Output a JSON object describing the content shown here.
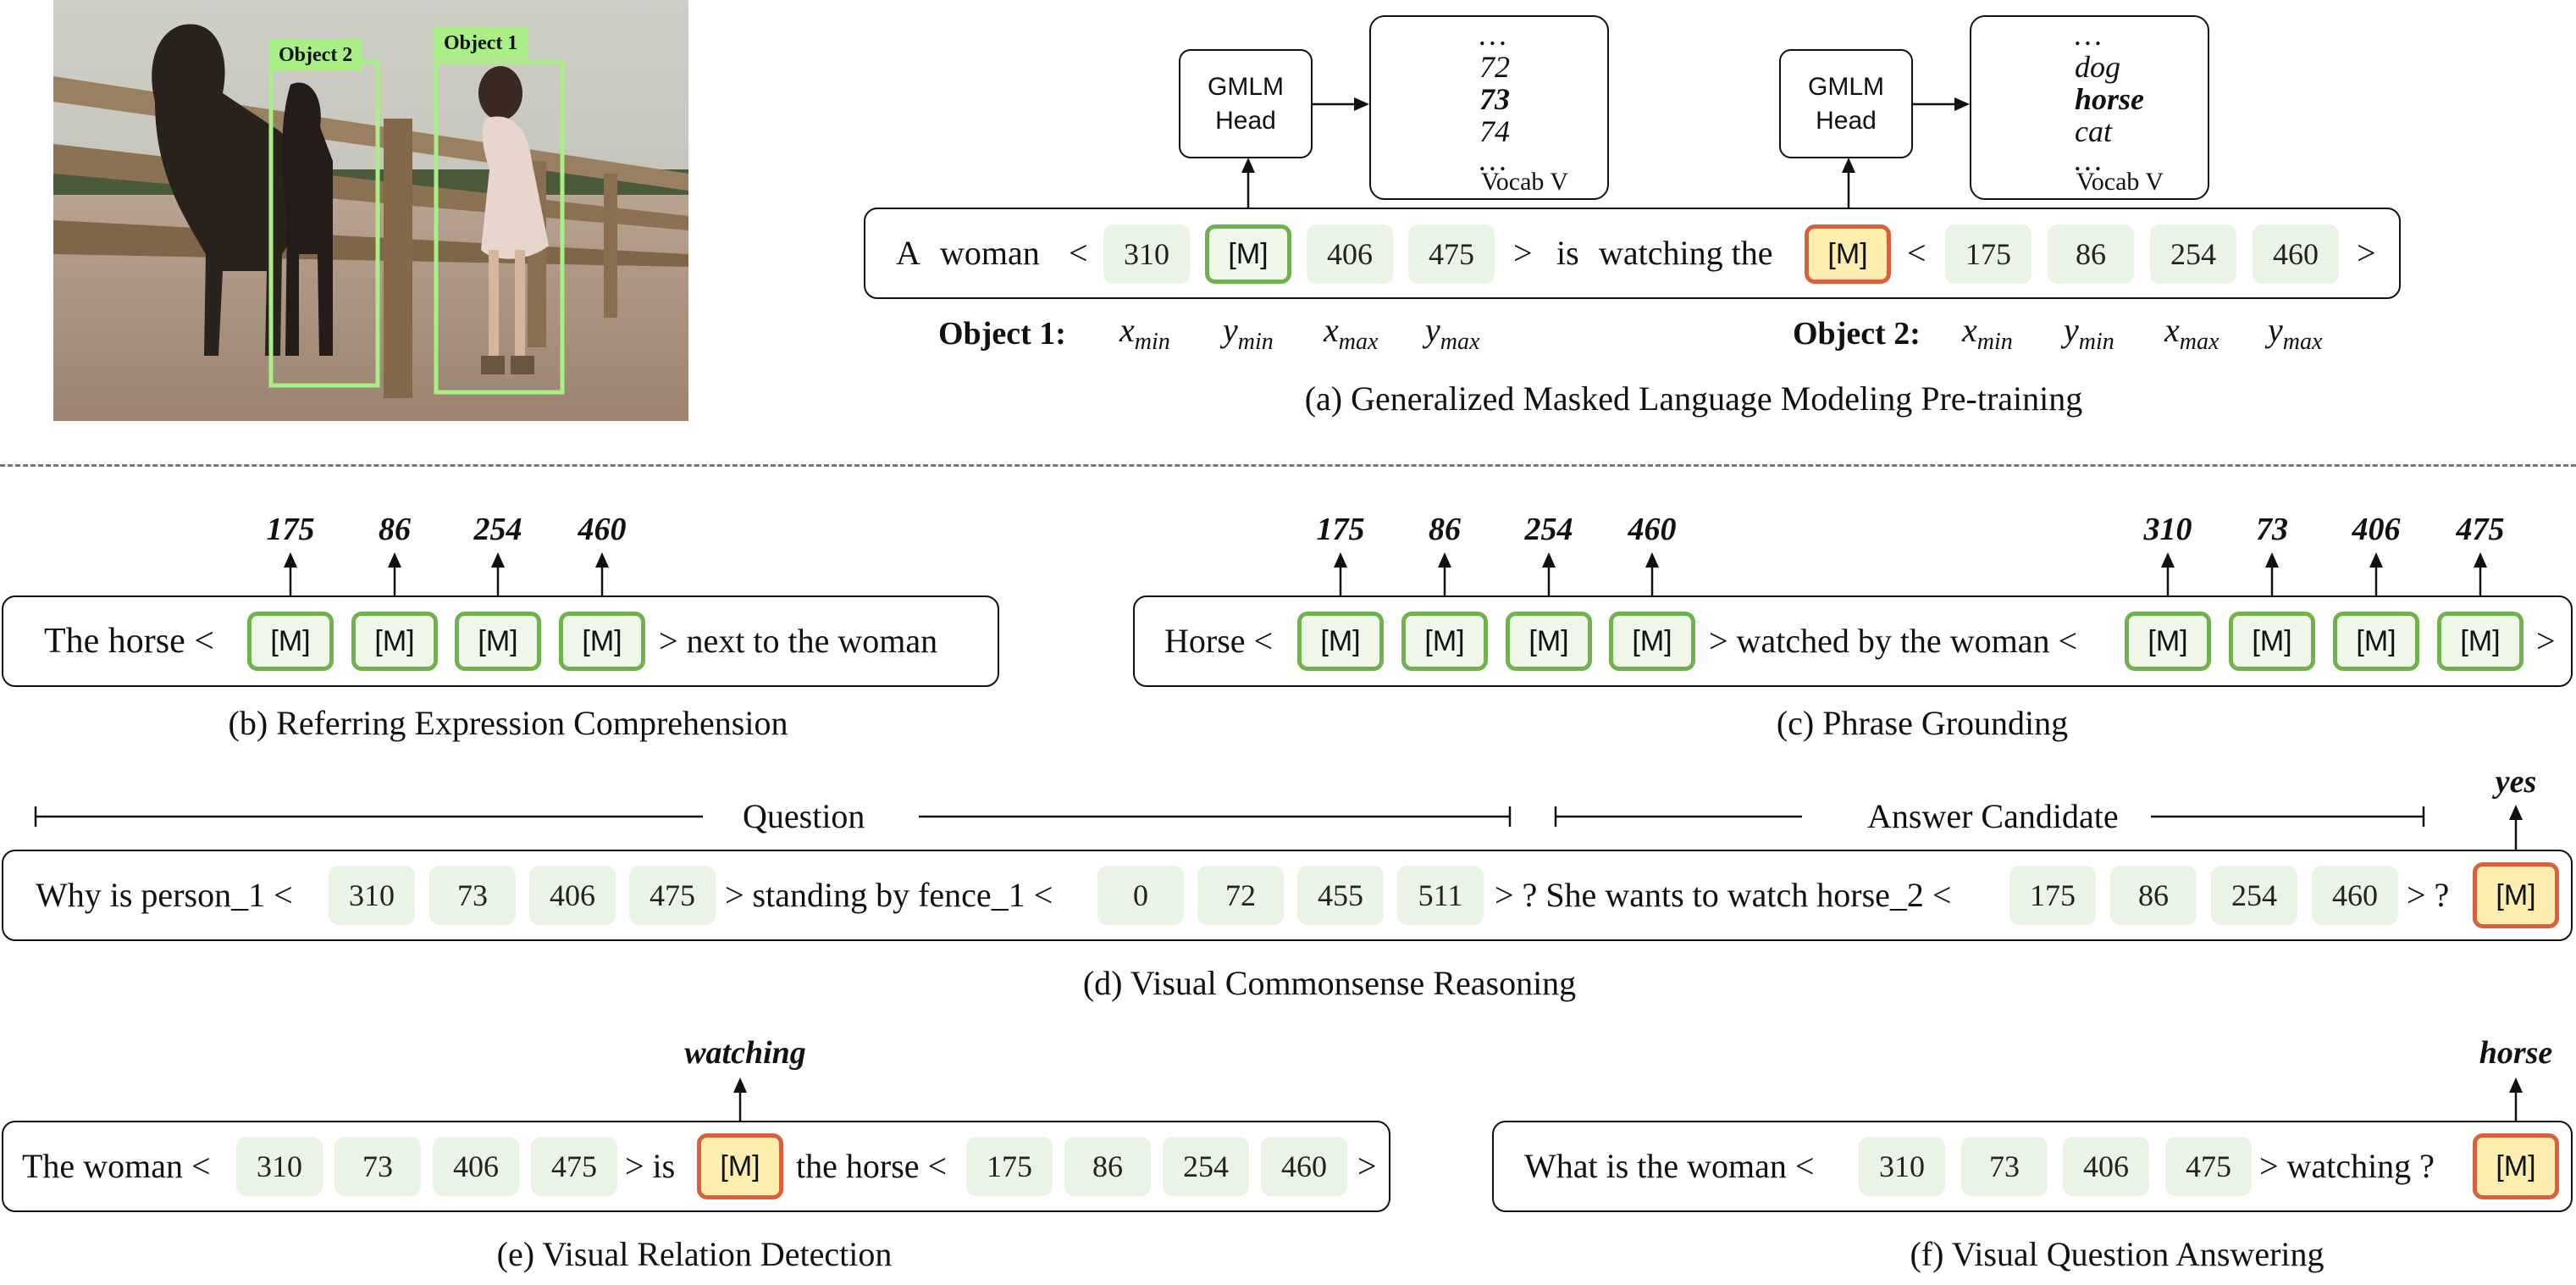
{
  "photo": {
    "object_labels": [
      "Object 2",
      "Object 1"
    ]
  },
  "panel_a": {
    "heads": [
      {
        "label_line1": "GMLM",
        "label_line2": "Head",
        "vocab": [
          "…",
          "72",
          "73",
          "74",
          "…"
        ],
        "highlight": "73",
        "vocab_label": "Vocab V"
      },
      {
        "label_line1": "GMLM",
        "label_line2": "Head",
        "vocab": [
          "…",
          "dog",
          "horse",
          "cat",
          "…"
        ],
        "highlight": "horse",
        "vocab_label": "Vocab V"
      }
    ],
    "sentence": {
      "w_a": "A",
      "w_woman": "woman",
      "lt1": "<",
      "t1": "310",
      "m1": "[M]",
      "t2": "406",
      "t3": "475",
      "gt1": ">",
      "w_is": "is",
      "w_watching": "watching the",
      "m2": "[M]",
      "lt2": "<",
      "t4": "175",
      "t5": "86",
      "t6": "254",
      "t7": "460",
      "gt2": ">"
    },
    "object1_label": "Object 1:",
    "object2_label": "Object 2:",
    "coord_base": [
      "x",
      "y",
      "x",
      "y"
    ],
    "coord_sub": [
      "min",
      "min",
      "max",
      "max"
    ],
    "caption": "(a) Generalized Masked Language Modeling Pre-training"
  },
  "panel_b": {
    "outputs": [
      "175",
      "86",
      "254",
      "460"
    ],
    "prefix": "The horse <",
    "mask": "[M]",
    "suffix": "> next to the woman",
    "caption": "(b) Referring Expression Comprehension"
  },
  "panel_c": {
    "outputs": [
      "175",
      "86",
      "254",
      "460",
      "310",
      "73",
      "406",
      "475"
    ],
    "prefix": "Horse <",
    "mask": "[M]",
    "middle": "> watched by the woman <",
    "suffix": ">",
    "caption": "(c) Phrase Grounding"
  },
  "panel_d": {
    "question_label": "Question",
    "answer_label": "Answer Candidate",
    "output": "yes",
    "p1": "Why is person_1 <",
    "tokens1": [
      "310",
      "73",
      "406",
      "475"
    ],
    "p2": "> standing by fence_1 <",
    "tokens2": [
      "0",
      "72",
      "455",
      "511"
    ],
    "p3": "> ? She wants to watch horse_2 <",
    "tokens3": [
      "175",
      "86",
      "254",
      "460"
    ],
    "p4": "> ?",
    "mask": "[M]",
    "caption": "(d) Visual Commonsense Reasoning"
  },
  "panel_e": {
    "output": "watching",
    "p1": "The woman <",
    "tokens1": [
      "310",
      "73",
      "406",
      "475"
    ],
    "p2": "> is",
    "mask": "[M]",
    "p3": "the horse <",
    "tokens2": [
      "175",
      "86",
      "254",
      "460"
    ],
    "p4": ">",
    "caption": "(e) Visual Relation Detection"
  },
  "panel_f": {
    "output": "horse",
    "p1": "What is the woman <",
    "tokens": [
      "310",
      "73",
      "406",
      "475"
    ],
    "p2": "> watching ?",
    "mask": "[M]",
    "caption": "(f) Visual Question Answering"
  },
  "colors": {
    "green_border": "#6fb34d",
    "green_fill": "#e9f4e4",
    "yellow_fill": "#fbeeae",
    "orange_border": "#d9603a",
    "bbox_label": "#a8ef86"
  }
}
